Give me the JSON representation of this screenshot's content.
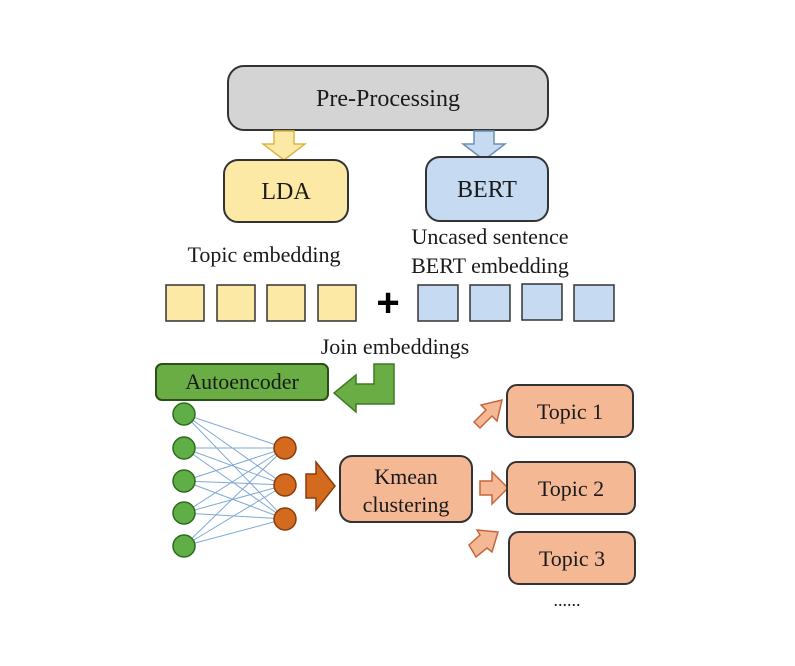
{
  "diagram": {
    "preprocessing": {
      "label": "Pre-Processing"
    },
    "lda": {
      "label": "LDA"
    },
    "bert": {
      "label": "BERT"
    },
    "topic_embedding": {
      "label": "Topic embedding"
    },
    "bert_embedding": {
      "line1": "Uncased sentence",
      "line2": "BERT embedding"
    },
    "plus": {
      "label": "+"
    },
    "join": {
      "label": "Join embeddings"
    },
    "autoencoder": {
      "label": "Autoencoder"
    },
    "kmeans": {
      "line1": "Kmean",
      "line2": "clustering"
    },
    "topics": [
      {
        "label": "Topic 1"
      },
      {
        "label": "Topic 2"
      },
      {
        "label": "Topic 3"
      }
    ],
    "ellipsis": {
      "label": "......"
    }
  },
  "colors": {
    "gray_box": "#d4d4d4",
    "yellow": "#fde9a6",
    "yellow_stroke": "#d8b84c",
    "blue": "#c6dbf1",
    "blue_stroke": "#6d8fb4",
    "green": "#6aad45",
    "green_dark": "#3f7a25",
    "orange": "#f4b895",
    "orange_stroke": "#c5653d",
    "node_orange": "#d36a1d",
    "node_green": "#5faf46",
    "edge_blue": "#7fa9d6"
  }
}
